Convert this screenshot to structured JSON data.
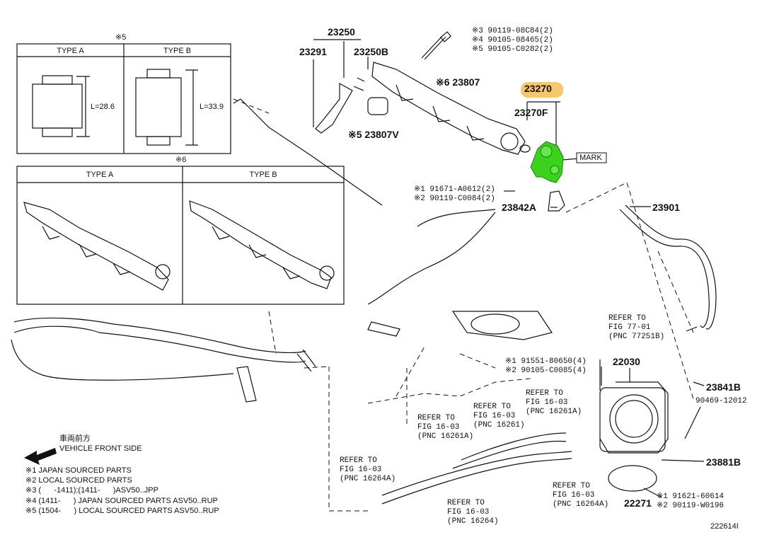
{
  "highlight_color": "#f5c96a",
  "part_highlight_color": "#3bd21e",
  "inset5": {
    "marker": "※5",
    "type_a": "TYPE A",
    "type_b": "TYPE B",
    "len_a": "L=28.6",
    "len_b": "L=33.9"
  },
  "inset6": {
    "marker": "※6",
    "type_a": "TYPE A",
    "type_b": "TYPE B"
  },
  "parts": {
    "p23250": "23250",
    "p23291": "23291",
    "p23250b": "23250B",
    "bolts_head": "※3 90119-08C84(2)\n※4 90105-08465(2)\n※5 90105-C0282(2)",
    "p23807": "※6 23807",
    "p23807v": "※5 23807V",
    "p23270": "23270",
    "p23270f": "23270F",
    "mark": "MARK",
    "clip_bolts": "※1 91671-A0612(2)\n※2 90119-C0084(2)",
    "p23842a": "23842A",
    "p23901": "23901",
    "ref_77": "REFER TO\nFIG 77-01\n(PNC 77251B)",
    "p23841b": "23841B",
    "p90469": "90469-12012",
    "tb_bolts": "※1 91551-80650(4)\n※2 90105-C0085(4)",
    "p22030": "22030",
    "ref_16261a_r": "REFER TO\nFIG 16-03\n(PNC 16261A)",
    "ref_16261": "REFER TO\nFIG 16-03\n(PNC 16261)",
    "ref_16261a_l": "REFER TO\nFIG 16-03\n(PNC 16261A)",
    "ref_16264a_l": "REFER TO\nFIG 16-03\n(PNC 16264A)",
    "ref_16264": "REFER TO\nFIG 16-03\n(PNC 16264)",
    "ref_16264a_r": "REFER TO\nFIG 16-03\n(PNC 16264A)",
    "p23881b": "23881B",
    "p22271": "22271",
    "tb_nuts": "※1 91621-60614\n※2 90119-W0196"
  },
  "legend": {
    "front_jp": "車両前方",
    "front_en": "VEHICLE FRONT SIDE",
    "notes": [
      "※1 JAPAN SOURCED PARTS",
      "※2 LOCAL SOURCED PARTS",
      "※3 (      -1411);(1411-      )ASV50..JPP",
      "※4 (1411-      ) JAPAN SOURCED PARTS ASV50..RUP",
      "※5 (1504-      ) LOCAL SOURCED PARTS ASV50..RUP"
    ]
  },
  "figure_number": "222614I"
}
